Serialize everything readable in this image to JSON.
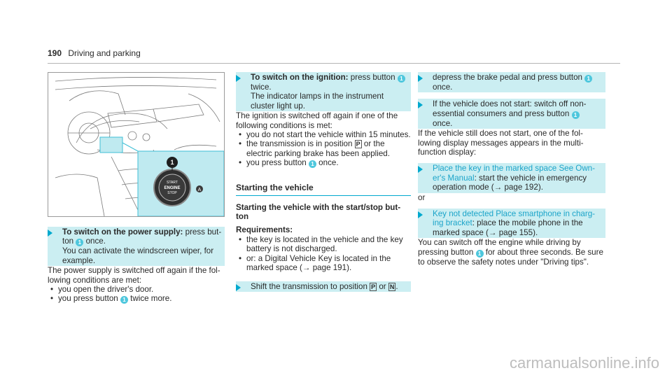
{
  "header": {
    "page_number": "190",
    "title": "Driving and parking"
  },
  "figure": {
    "callout": "1",
    "button_lines": [
      "START",
      "ENGINE",
      "STOP"
    ],
    "side_symbol": "A"
  },
  "col1": {
    "step1_title": "To switch on the power supply:",
    "step1_text_a": " press but-",
    "step1_text_b": "ton ",
    "step1_text_c": " once.",
    "step1_text_d": "You can activate the windscreen wiper, for example.",
    "para1": "The power supply is switched off again if the fol-lowing conditions are met:",
    "bullets": [
      {
        "text": "you open the driver's door."
      },
      {
        "pre": "you press button ",
        "post": " twice more."
      }
    ]
  },
  "col2": {
    "step_title": "To switch on the ignition:",
    "step_a": " press button ",
    "step_b": "twice.",
    "step_c": "The indicator lamps in the instrument cluster light up.",
    "para": "The ignition is switched off again if one of the following conditions is met:",
    "bullets": [
      {
        "text": "you do not start the vehicle within 15 minutes."
      },
      {
        "pre": "the transmission is in position ",
        "gear": "P",
        "post": " or the electric parking brake has been applied."
      },
      {
        "pre": "you press button ",
        "post": " once."
      }
    ],
    "section_heading": "Starting the vehicle",
    "subheading": "Starting the vehicle with the start/stop but-ton",
    "req_heading": "Requirements:",
    "req_bullets": [
      {
        "text": "the key is located in the vehicle and the key battery is not discharged."
      },
      {
        "pre": "or: a Digital Vehicle Key is located in the marked space (",
        "arrow": "→",
        "post": " page 191)."
      }
    ],
    "shift_pre": "Shift the transmission to position ",
    "shift_gear1": "P",
    "shift_mid": " or ",
    "shift_gear2": "N",
    "shift_post": "."
  },
  "col3": {
    "step1_text": "depress the brake pedal and press button ",
    "step1_b": "once.",
    "step2_text": "If the vehicle does not start: switch off non-essential consumers and press button ",
    "step2_b": "once.",
    "para1": "If the vehicle still does not start, one of the fol-lowing display messages appears in the multi-function display:",
    "step3_link": "Place the key in the marked space See Own-er's Manual",
    "step3_text": ": start the vehicle in emergency operation mode (",
    "step3_post": " page 192).",
    "or": "or",
    "step4_link": "Key not detected Place smartphone in charg-ing bracket",
    "step4_text": ": place the mobile phone in the marked space (",
    "step4_post": " page 155).",
    "para2_pre": "You can switch off the engine while driving by pressing button ",
    "para2_post": " for about three seconds. Be sure to observe the safety notes under \"Driving tips\".",
    "arrow": "→"
  },
  "watermark": "carmanualsonline.info"
}
